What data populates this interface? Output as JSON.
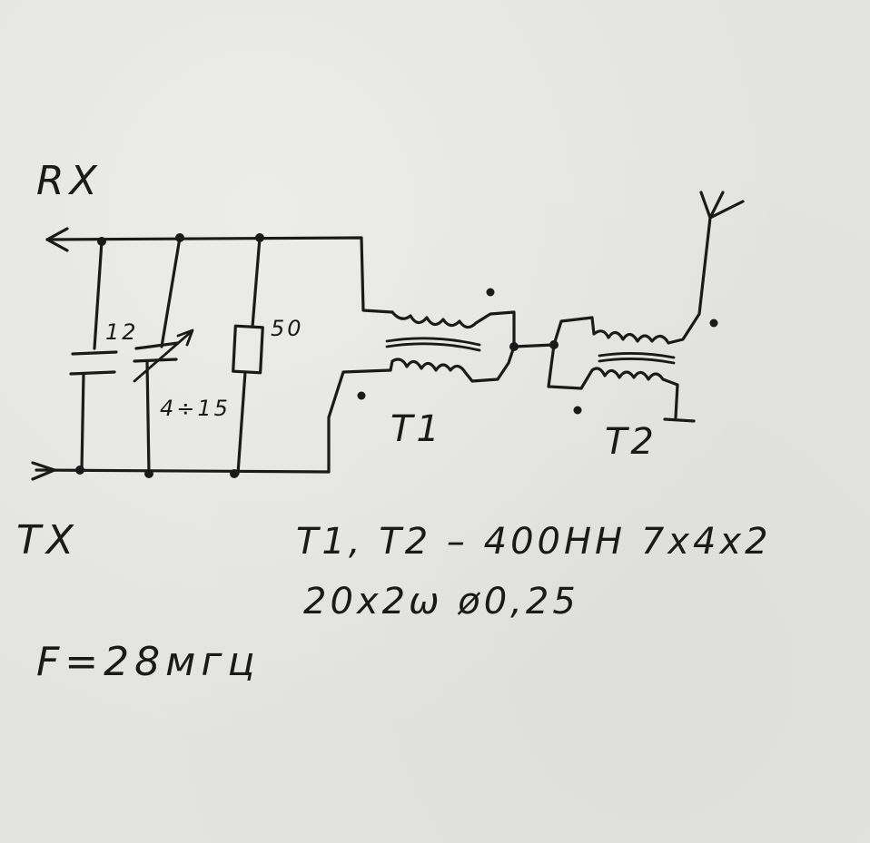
{
  "labels": {
    "rx": "RX",
    "tx": "TX",
    "c1_value": "12",
    "c2_value": "4÷15",
    "r_value": "50",
    "t1": "T1",
    "t2": "T2"
  },
  "notes": {
    "line1": "T1, T2 – 400HH  7x4x2",
    "line2": "20x2ω  ø0,25",
    "frequency": "F=28мгц"
  }
}
